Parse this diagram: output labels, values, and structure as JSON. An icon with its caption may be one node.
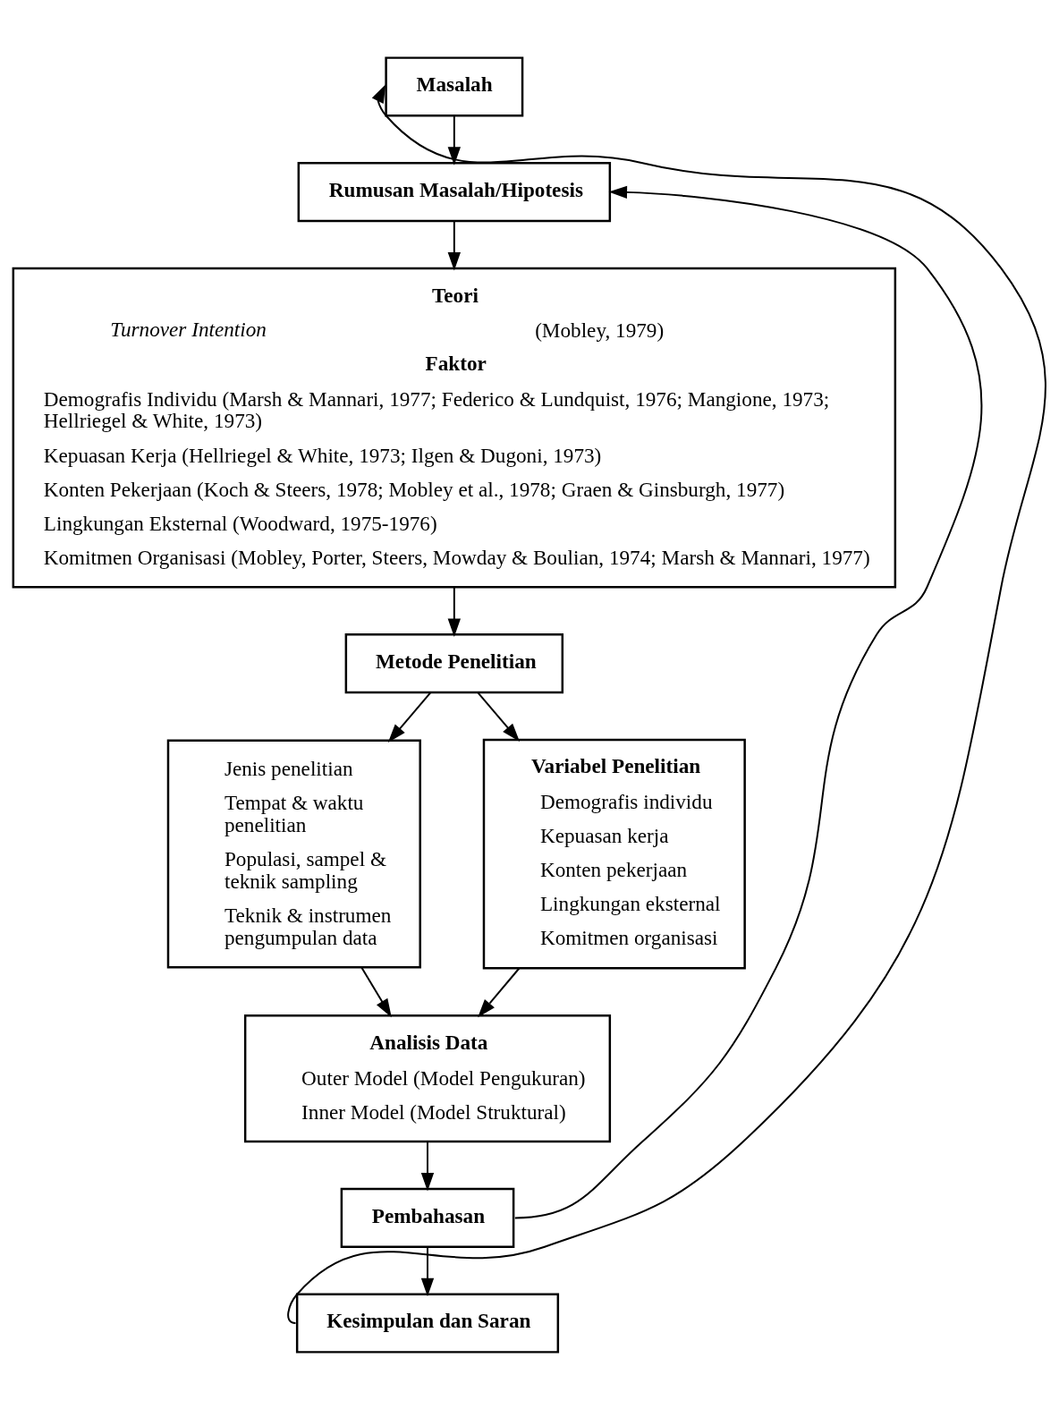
{
  "diagram": {
    "nodes": [
      {
        "text": [
          "Masalah"
        ]
      },
      {
        "text": [
          "Rumusan Masalah/Hipotesis"
        ]
      },
      {
        "text": [
          "Teori",
          "*Turnover Intention* (Mobley, 1979)",
          "Faktor",
          "Demografis Individu (Marsh & Mannari, 1977; Federico & Lundquist, 1976; Mangione, 1973; Hellriegel & White, 1973)",
          "Kepuasan Kerja (Hellriegel & White, 1973; Ilgen & Dugoni, 1973)",
          "Konten Pekerjaan (Koch & Steers, 1978; Mobley et al., 1978; Graen & Ginsburgh, 1977)",
          "Lingkungan Eksternal (Woodward, 1975-1976)",
          "Komitmen Organisasi (Mobley, Porter, Steers, Mowday & Boulian, 1974; Marsh & Mannari, 1977)"
        ]
      },
      {
        "text": [
          "Metode Penelitian"
        ]
      },
      {
        "text": [
          "Jenis penelitian",
          "Tempat & waktu penelitian",
          "Populasi, sampel & teknik sampling",
          "Teknik & instrumen pengumpulan data"
        ]
      },
      {
        "text": [
          "Variabel Penelitian",
          "Demografis individu",
          "Kepuasan kerja",
          "Konten pekerjaan",
          "Lingkungan eksternal",
          "Komitmen organisasi"
        ]
      },
      {
        "text": [
          "Analisis Data",
          "Outer Model (Model Pengukuran)",
          "Inner Model (Model Struktural)"
        ]
      },
      {
        "text": [
          "Pembahasan"
        ]
      },
      {
        "text": [
          "Kesimpulan dan Saran"
        ]
      }
    ],
    "edges": [
      {
        "from": 0,
        "to": 1,
        "arrow": "to"
      },
      {
        "from": 1,
        "to": 2,
        "arrow": "to"
      },
      {
        "from": 2,
        "to": 3,
        "arrow": "to"
      },
      {
        "from": 3,
        "to": 4,
        "arrow": "to"
      },
      {
        "from": 3,
        "to": 5,
        "arrow": "to"
      },
      {
        "from": 4,
        "to": 6,
        "arrow": "to"
      },
      {
        "from": 5,
        "to": 6,
        "arrow": "to"
      },
      {
        "from": 6,
        "to": 7,
        "arrow": "to"
      },
      {
        "from": 7,
        "to": 8,
        "arrow": "to"
      },
      {
        "from": 8,
        "to": 0,
        "arrow": "to"
      },
      {
        "from": 7,
        "to": 1,
        "arrow": "to"
      }
    ]
  }
}
